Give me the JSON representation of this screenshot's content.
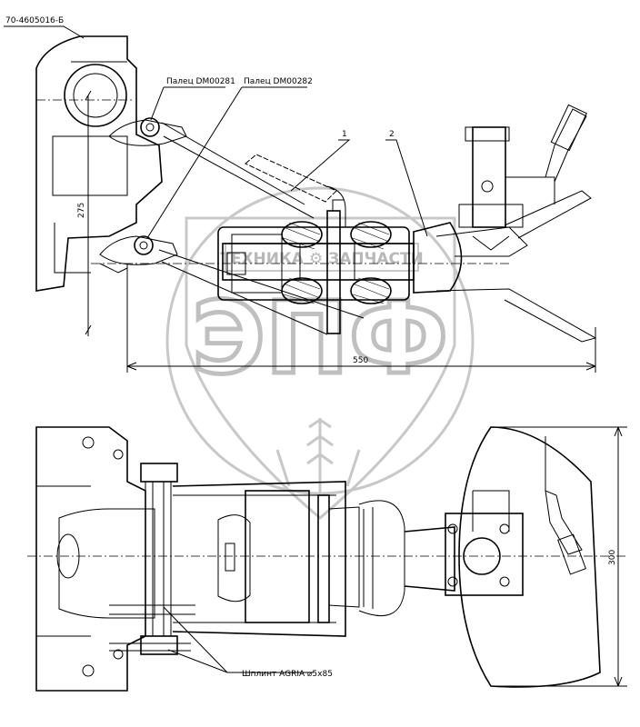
{
  "drawing_number": "70-4605016-Б",
  "callouts": {
    "pin_1": "Палец DM00281",
    "pin_2": "Палец DM00282",
    "pos_1": "1",
    "pos_2": "2",
    "cotter": "Шплинт AGRIA ⌀5x85"
  },
  "dimensions": {
    "height_275": "275",
    "length_550": "550",
    "width_300": "300"
  },
  "watermark": {
    "banner": "ТЕХНИКА ⚙ ЗАПЧАСТИ",
    "letters": "ЭПФ"
  }
}
